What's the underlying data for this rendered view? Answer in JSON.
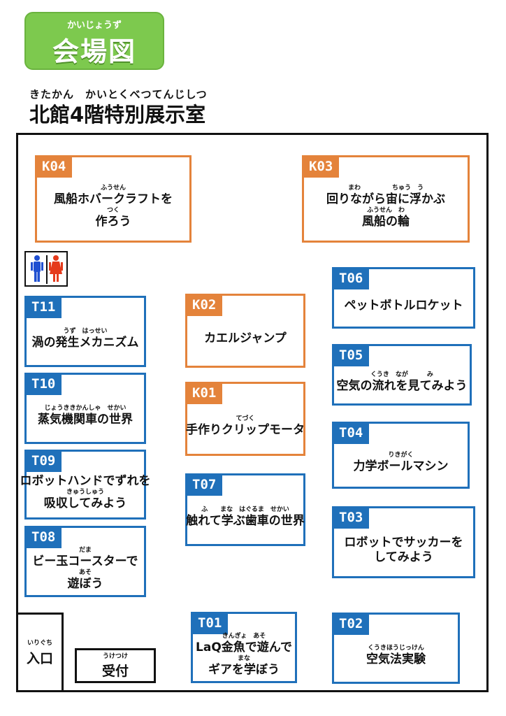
{
  "header": {
    "badge_ruby": "かいじょうず",
    "badge_title": "会場図",
    "subtitle_ruby": "きたかん　かいとくべつてんじしつ",
    "subtitle": "北館4階特別展示室"
  },
  "booths": {
    "K04": {
      "id": "K04",
      "r1": "ふうせん",
      "t1": "風船ホバークラフトを",
      "r2": "つく",
      "t2": "作ろう"
    },
    "K03": {
      "id": "K03",
      "r1": "まわ　　　　　ちゅう　う",
      "t1": "回りながら宙に浮かぶ",
      "r2": "ふうせん　わ",
      "t2": "風船の輪"
    },
    "T06": {
      "id": "T06",
      "t1": "ペットボトルロケット"
    },
    "T11": {
      "id": "T11",
      "r1": "うず　はっせい",
      "t1": "渦の発生メカニズム"
    },
    "K02": {
      "id": "K02",
      "t1": "カエルジャンプ"
    },
    "T05": {
      "id": "T05",
      "r1": "くうき　なが　　　み",
      "t1": "空気の流れを見てみよう"
    },
    "T10": {
      "id": "T10",
      "r1": "じょうききかんしゃ　せかい",
      "t1": "蒸気機関車の世界"
    },
    "K01": {
      "id": "K01",
      "r1": "てづく",
      "t1": "手作りクリップモータ"
    },
    "T04": {
      "id": "T04",
      "r1": "りきがく",
      "t1": "力学ボールマシン"
    },
    "T09": {
      "id": "T09",
      "t1": "ロボットハンドでずれを",
      "r2": "きゅうしゅう",
      "t2": "吸収してみよう"
    },
    "T07": {
      "id": "T07",
      "r1": "ふ　　まな　はぐるま　せかい",
      "t1": "触れて学ぶ歯車の世界"
    },
    "T03": {
      "id": "T03",
      "t1": "ロボットでサッカーを",
      "t2": "してみよう"
    },
    "T08": {
      "id": "T08",
      "r1": "だま",
      "t1": "ビー玉コースターで",
      "r2": "あそ",
      "t2": "遊ぼう"
    },
    "T01": {
      "id": "T01",
      "r1": "きんぎょ　あそ",
      "t1": "LaQ金魚で遊んで",
      "r2": "まな",
      "t2": "ギアを学ぼう"
    },
    "T02": {
      "id": "T02",
      "r1": "くうきほうじっけん",
      "t1": "空気法実験"
    }
  },
  "entrance": {
    "ruby": "いりぐち",
    "label": "入口"
  },
  "reception": {
    "ruby": "うけつけ",
    "label": "受付"
  },
  "icons": {
    "restroom": "restroom-icon"
  },
  "colors": {
    "orange": "#e4833b",
    "blue": "#1f70ba",
    "green": "#7dc94e"
  }
}
